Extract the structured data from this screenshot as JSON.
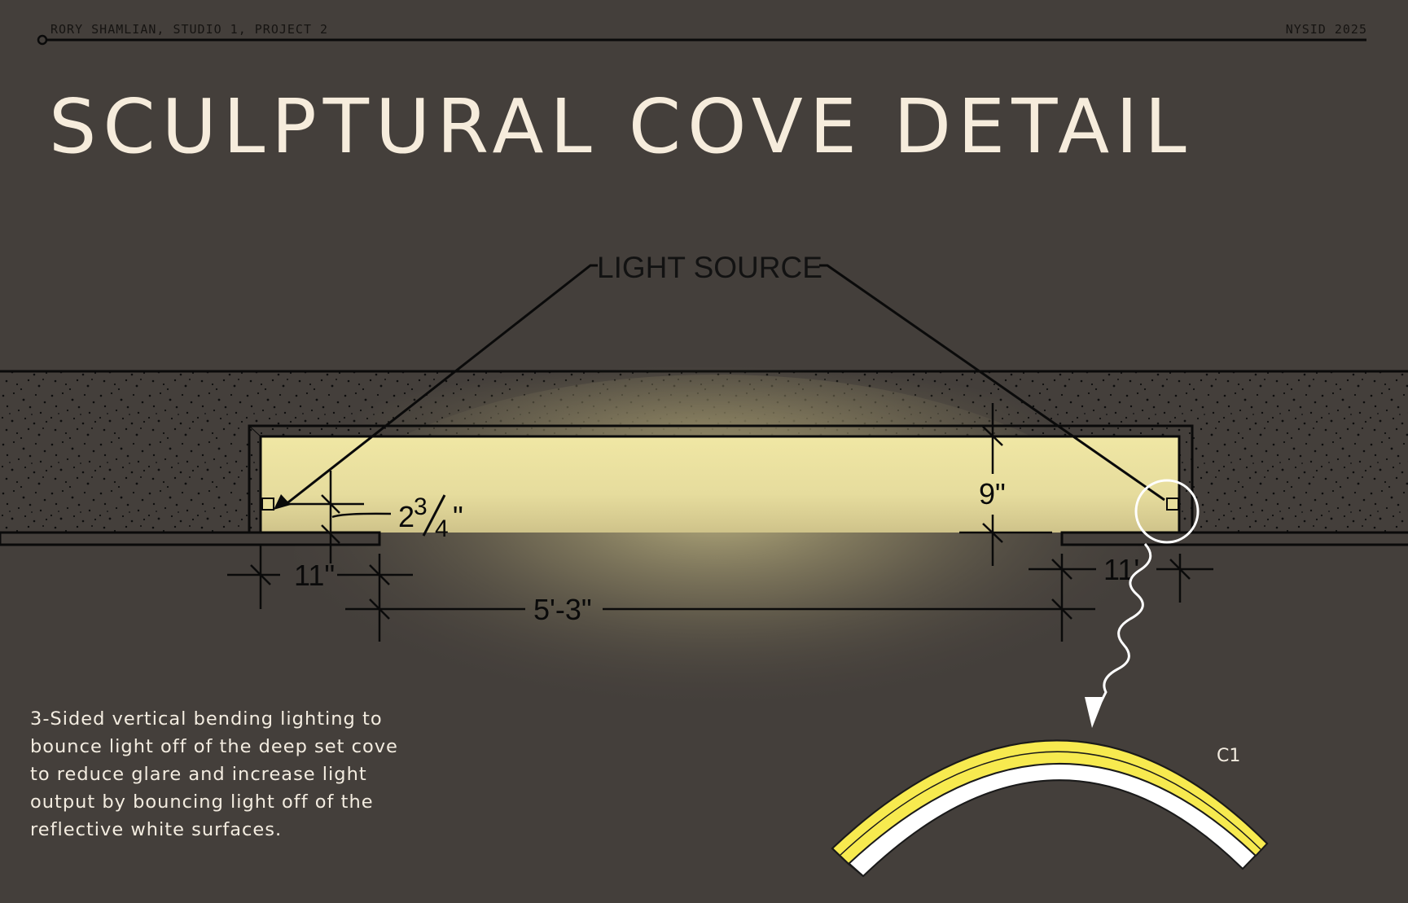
{
  "header": {
    "author": "RORY SHAMLIAN, STUDIO 1, PROJECT 2",
    "school": "NYSID 2025"
  },
  "title": "SCULPTURAL COVE DETAIL",
  "callout": {
    "light_source": "LIGHT SOURCE"
  },
  "dimensions": {
    "reveal_whole": "2",
    "reveal_num": "3",
    "reveal_den": "4",
    "reveal_inch": "\"",
    "cove_depth": "9\"",
    "left_lip": "11\"",
    "right_lip": "11'",
    "opening": "5'-3\""
  },
  "fixture_tag": "C1",
  "description": "3-Sided vertical bending lighting to bounce light off of the deep set cove to reduce glare and increase light output by bouncing light off of the reflective white surfaces.",
  "colors": {
    "background": "#443f3b",
    "title": "#f6ecdc",
    "cove_glow": "#efe6a0",
    "led_yellow": "#f7ea4f",
    "linework": "#0a0a0a"
  }
}
